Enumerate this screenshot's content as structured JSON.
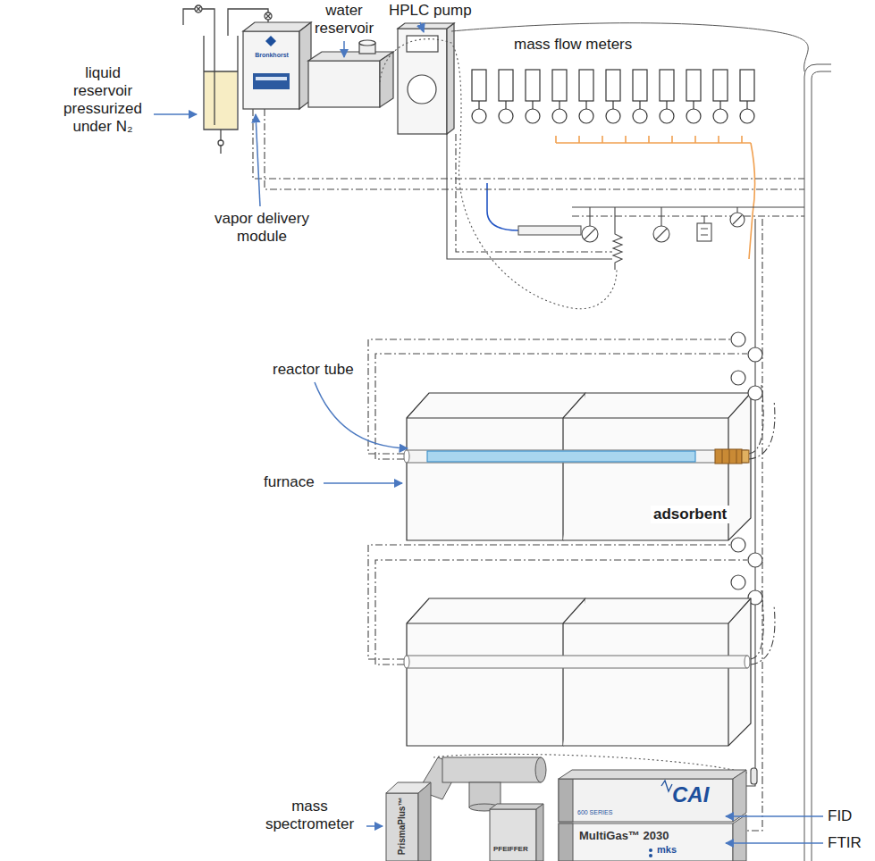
{
  "diagram": {
    "labels": [
      "liquid reservoir pressurized under N₂",
      "water reservoir",
      "HPLC pump",
      "mass flow meters",
      "Bronkhorst",
      "vapor delivery module",
      "reactor tube",
      "furnace",
      "adsorbent",
      "mass spectrometer",
      "PrismaPlus™",
      "PFEIFFER",
      "CAI",
      "600 SERIES",
      "FID",
      "MultiGas™ 2030",
      "mks",
      "FTIR"
    ]
  }
}
